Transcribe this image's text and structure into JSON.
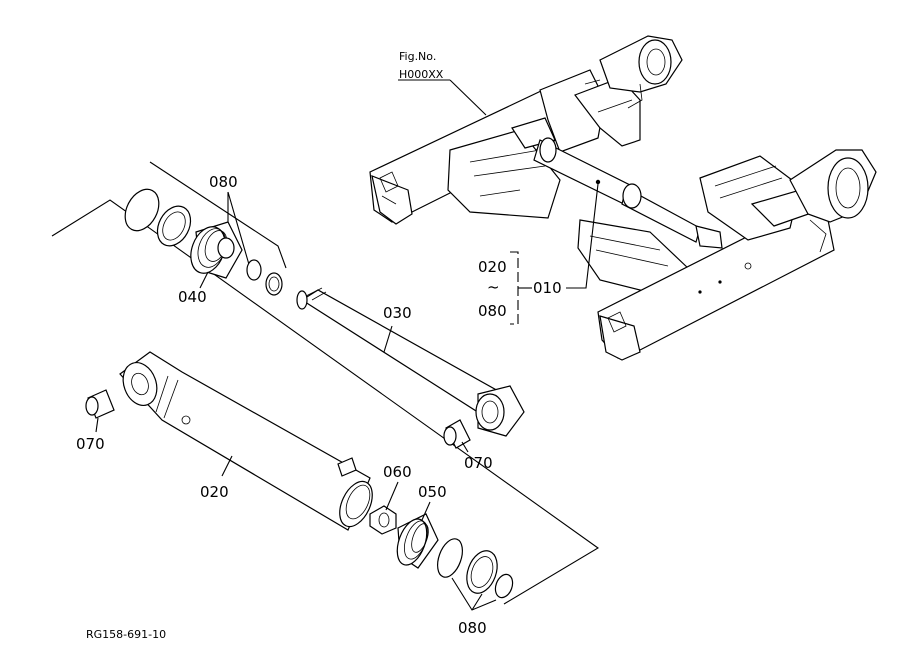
{
  "figure": {
    "ref_label": "Fig.No.",
    "ref_code": "H000XX",
    "drawing_id": "RG158-691-10"
  },
  "callouts": {
    "p010": "010",
    "p020": "020",
    "p030": "030",
    "p040": "040",
    "p050": "050",
    "p060": "060",
    "p070_left": "070",
    "p070_right": "070",
    "p080_top": "080",
    "p080_bottom": "080",
    "range_start": "020",
    "range_sep": "~",
    "range_end": "080"
  }
}
